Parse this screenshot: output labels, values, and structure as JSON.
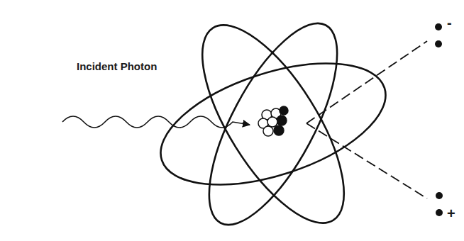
{
  "diagram": {
    "labels": [
      "Incident Photon",
      "-",
      "+"
    ]
  }
}
